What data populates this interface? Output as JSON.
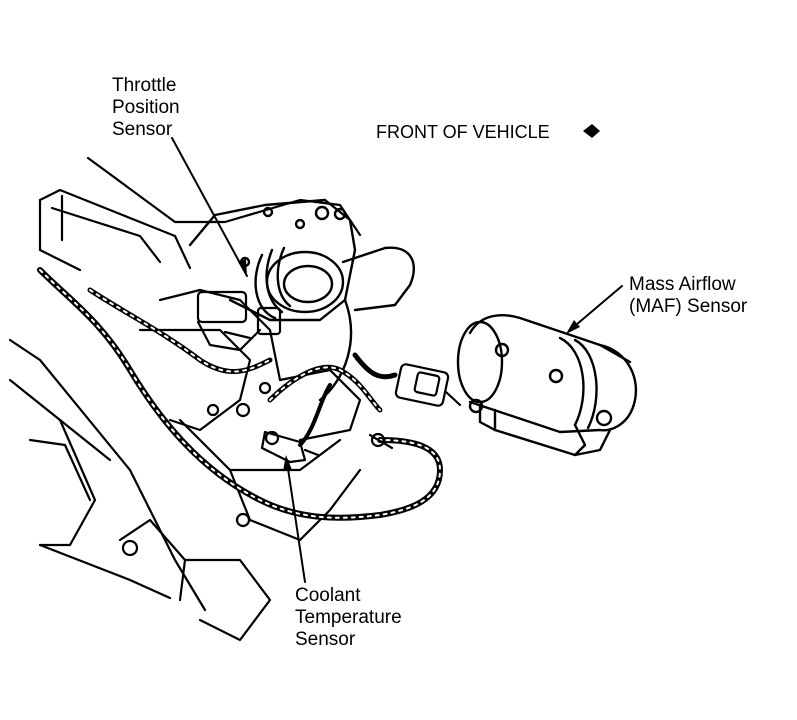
{
  "labels": {
    "throttle_position_sensor": [
      "Throttle",
      "Position",
      "Sensor"
    ],
    "front_of_vehicle": "FRONT OF VEHICLE",
    "mass_airflow_sensor": [
      "Mass Airflow",
      "(MAF) Sensor"
    ],
    "coolant_temperature_sensor": [
      "Coolant",
      "Temperature",
      "Sensor"
    ]
  },
  "icons": {
    "front_direction": "arrow-left-icon"
  },
  "colors": {
    "ink": "#000000",
    "paper": "#ffffff"
  }
}
